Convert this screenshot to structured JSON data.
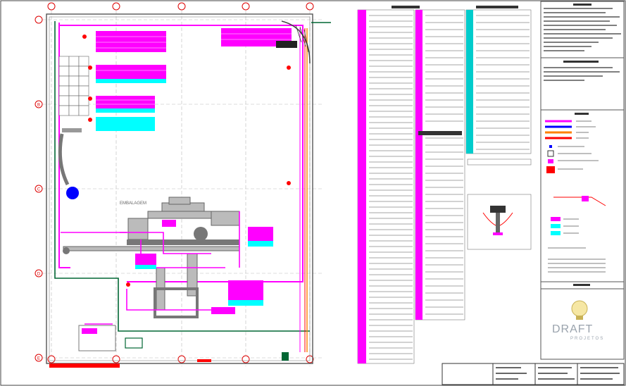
{
  "plan": {
    "area_label": "EMBALAGEM",
    "axis_labels": [
      "B",
      "C",
      "D",
      "E"
    ]
  },
  "brand": {
    "name": "DRAFT",
    "subtitle": "PROJETOS"
  },
  "colors": {
    "magenta": "#ff00ff",
    "cyan": "#00ffff",
    "red": "#ff0000",
    "orange": "#ff8000",
    "blue": "#0000ff",
    "green": "#006633",
    "line": "#333333",
    "grid": "#b0b0b0"
  },
  "icons": [
    "lightbulb-icon"
  ]
}
